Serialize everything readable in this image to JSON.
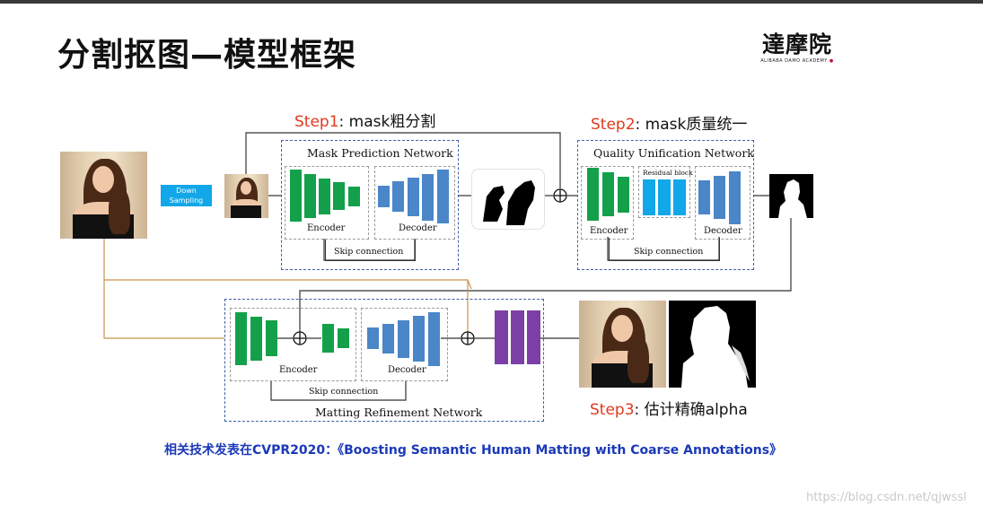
{
  "title": "分割抠图—模型框架",
  "logo": {
    "name": "達摩院",
    "sub": "ALIBABA DAMO ACADEMY",
    "dot": "●"
  },
  "steps": [
    {
      "label": "Step1",
      "text": ": mask粗分割"
    },
    {
      "label": "Step2",
      "text": ": mask质量统一"
    },
    {
      "label": "Step3",
      "text": ": 估计精确alpha"
    }
  ],
  "downsample": {
    "line1": "Down",
    "line2": "Sampling"
  },
  "mpn": {
    "title": "Mask Prediction Network",
    "encoder": "Encoder",
    "decoder": "Decoder",
    "skip": "Skip connection"
  },
  "qun": {
    "title": "Quality Unification Network",
    "encoder": "Encoder",
    "residual": "Residual block",
    "decoder": "Decoder",
    "skip": "Skip connection"
  },
  "mrn": {
    "title": "Matting Refinement Network",
    "encoder": "Encoder",
    "decoder": "Decoder",
    "skip": "Skip connection"
  },
  "footer": "相关技术发表在CVPR2020：《Boosting Semantic Human Matting with Coarse Annotations》",
  "watermark": "https://blog.csdn.net/qjwssl",
  "colors": {
    "step_label": "#e03a1e",
    "encoder": "#14a04a",
    "decoder": "#4a86c8",
    "residual": "#12a7e8",
    "output_block": "#7b3fa6",
    "box_border": "#3f5fa6",
    "feed_line": "#c8924a",
    "footer": "#1b39b8"
  }
}
